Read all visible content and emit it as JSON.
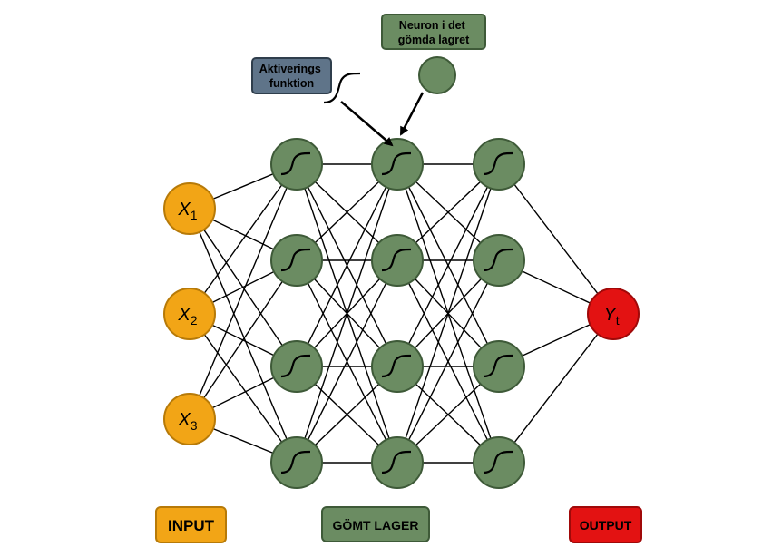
{
  "diagram": {
    "input_nodes": [
      {
        "symbol": "X",
        "subscript": "1"
      },
      {
        "symbol": "X",
        "subscript": "2"
      },
      {
        "symbol": "X",
        "subscript": "3"
      }
    ],
    "hidden_layers": 3,
    "hidden_neurons_per_layer": 4,
    "output_node": {
      "symbol": "Y",
      "subscript": "t"
    },
    "callouts": {
      "activation_line1": "Aktiverings",
      "activation_line2": "funktion",
      "neuron_line1": "Neuron i det",
      "neuron_line2": "gömda lagret"
    },
    "legend": {
      "input": "INPUT",
      "hidden": "GÖMT LAGER",
      "output": "OUTPUT"
    },
    "colors": {
      "input": "#f2a516",
      "hidden": "#6b8c62",
      "output": "#e31212",
      "activation_box": "#5f7489"
    }
  }
}
